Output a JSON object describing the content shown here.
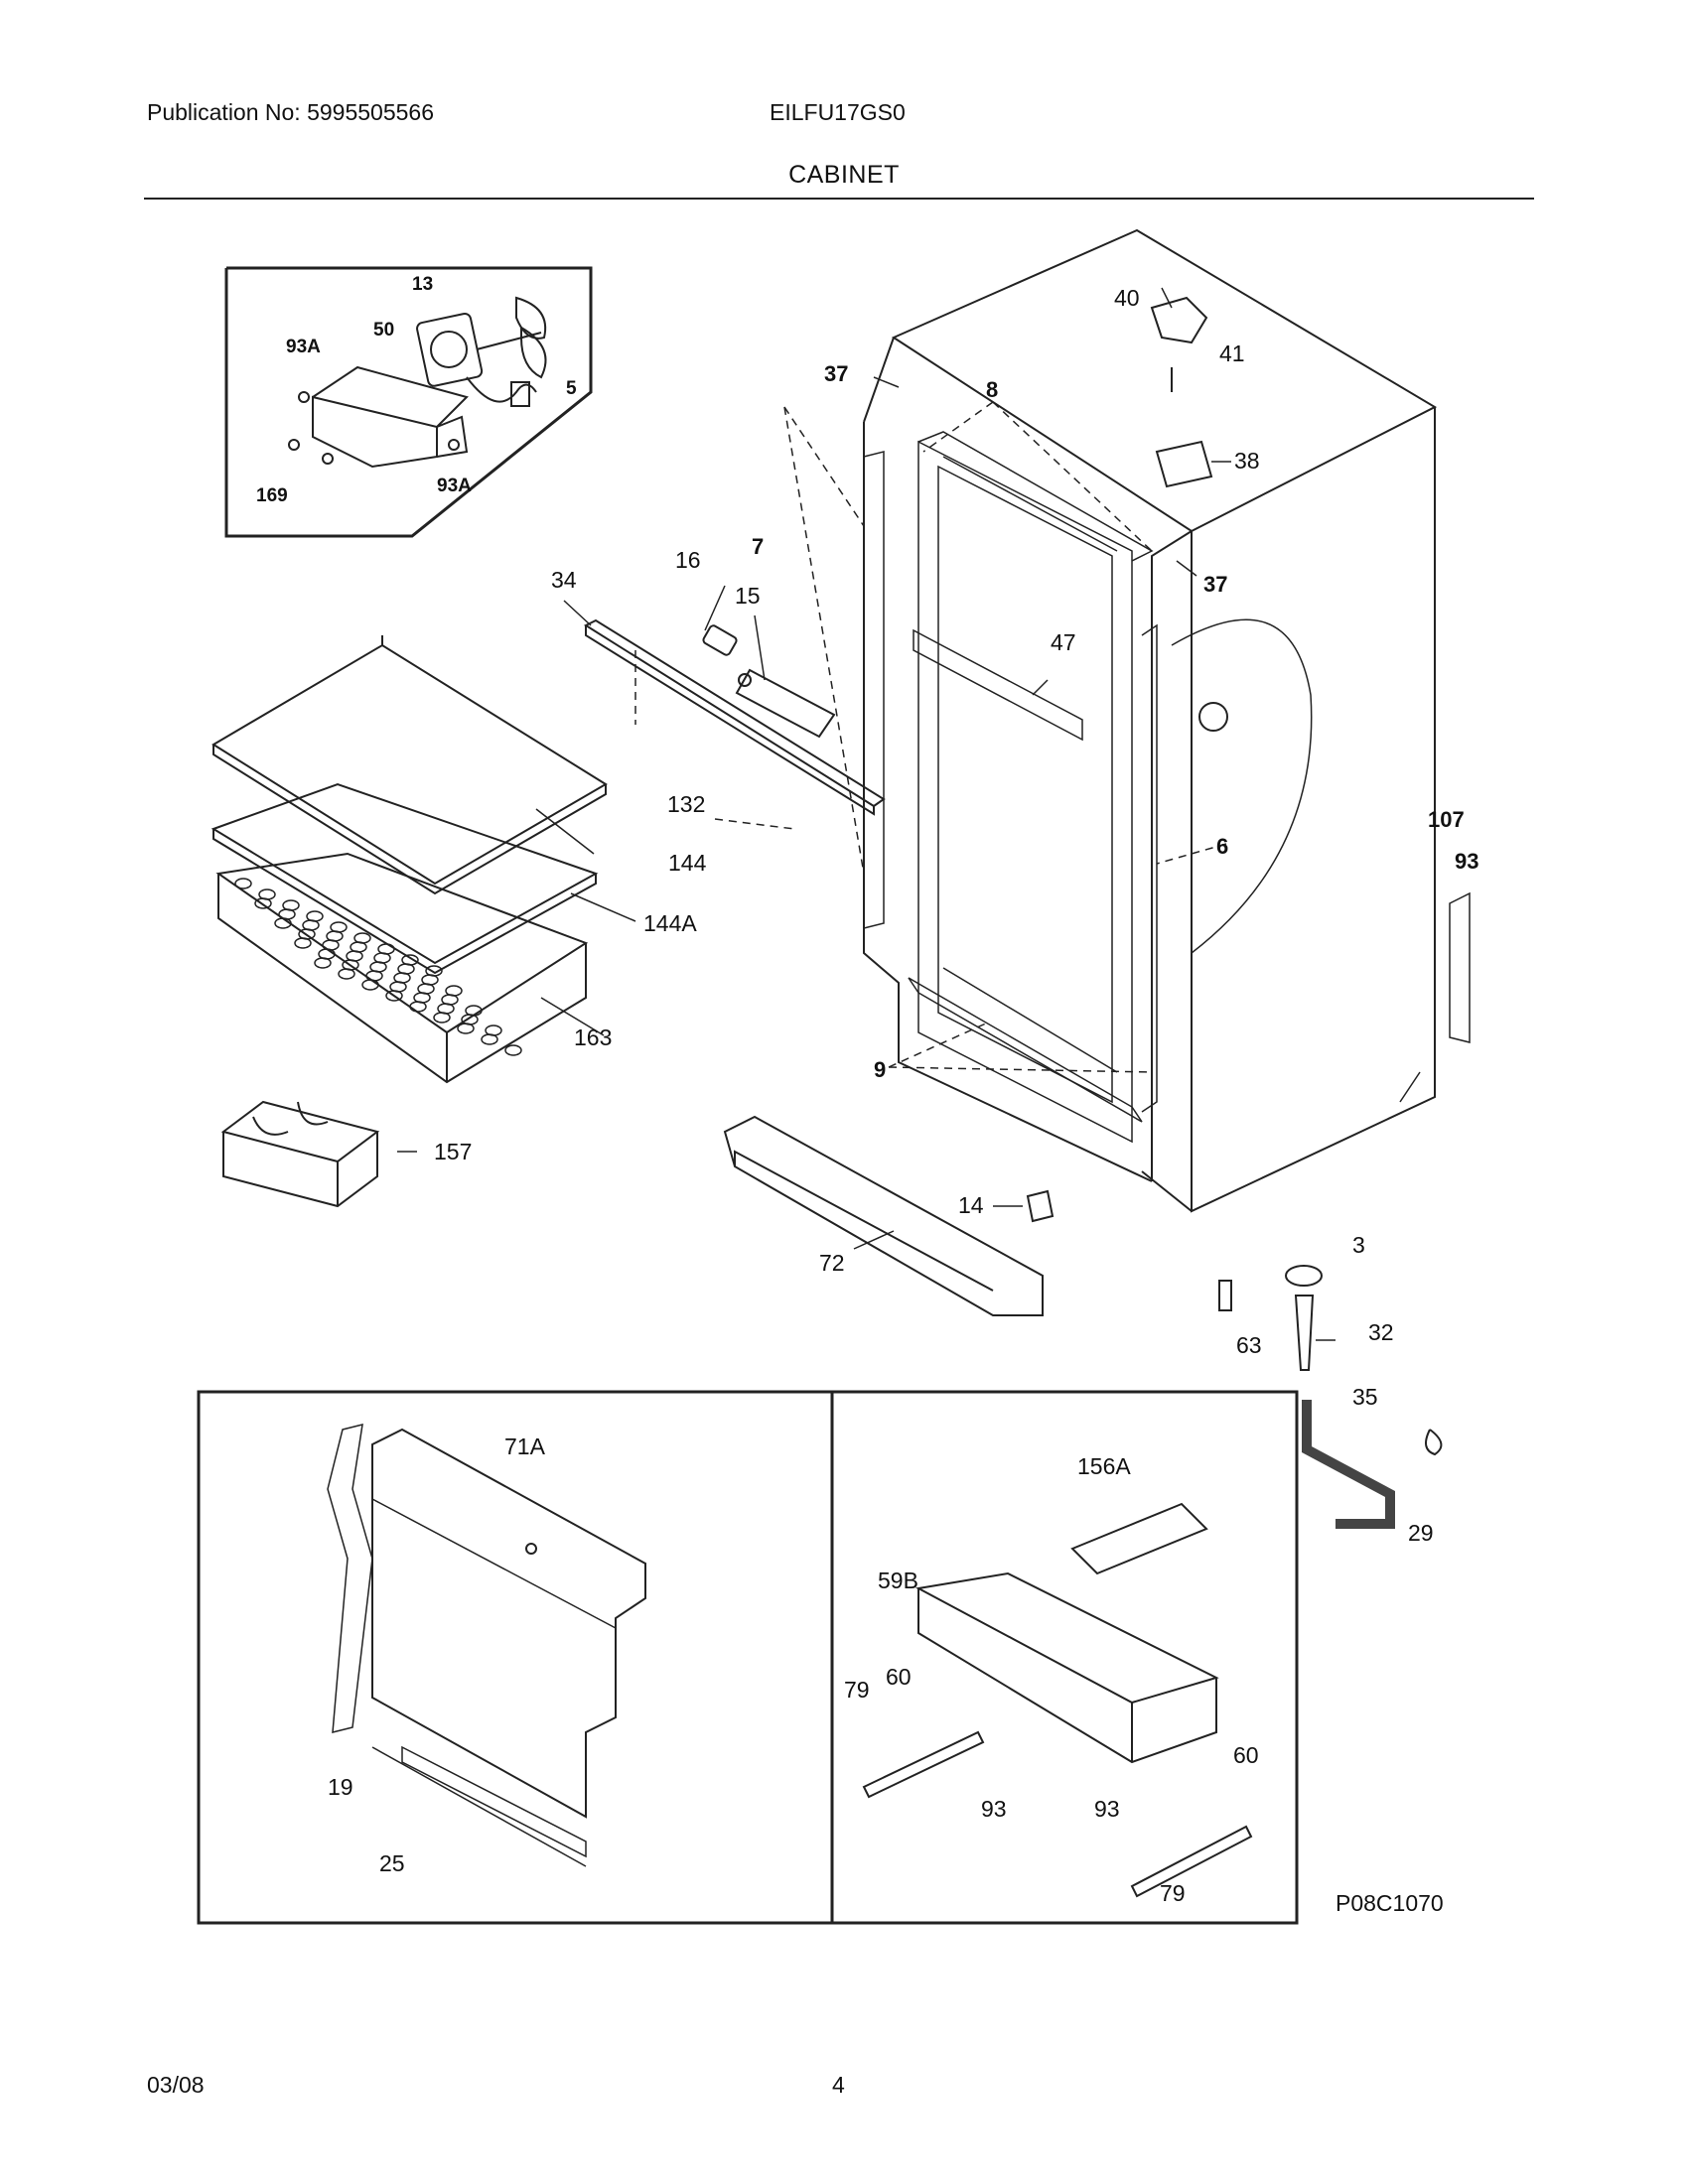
{
  "header": {
    "publication": "Publication No: 5995505566",
    "model": "EILFU17GS0",
    "section_title": "CABINET"
  },
  "footer": {
    "date": "03/08",
    "page": "4"
  },
  "diagram": {
    "drawing_code": "P08C1070",
    "fan_inset_labels": [
      "13",
      "93A",
      "50",
      "5",
      "169",
      "93A"
    ],
    "main_labels": [
      "40",
      "41",
      "37",
      "8",
      "38",
      "7",
      "37",
      "34",
      "16",
      "15",
      "47",
      "132",
      "144",
      "144A",
      "163",
      "6",
      "107",
      "93",
      "9",
      "157",
      "14",
      "72",
      "3",
      "63",
      "32",
      "35",
      "29"
    ],
    "door_inset_labels": [
      "71A",
      "19",
      "25"
    ],
    "basket_inset_labels": [
      "156A",
      "59B",
      "79",
      "60",
      "93",
      "93",
      "60",
      "79"
    ]
  }
}
